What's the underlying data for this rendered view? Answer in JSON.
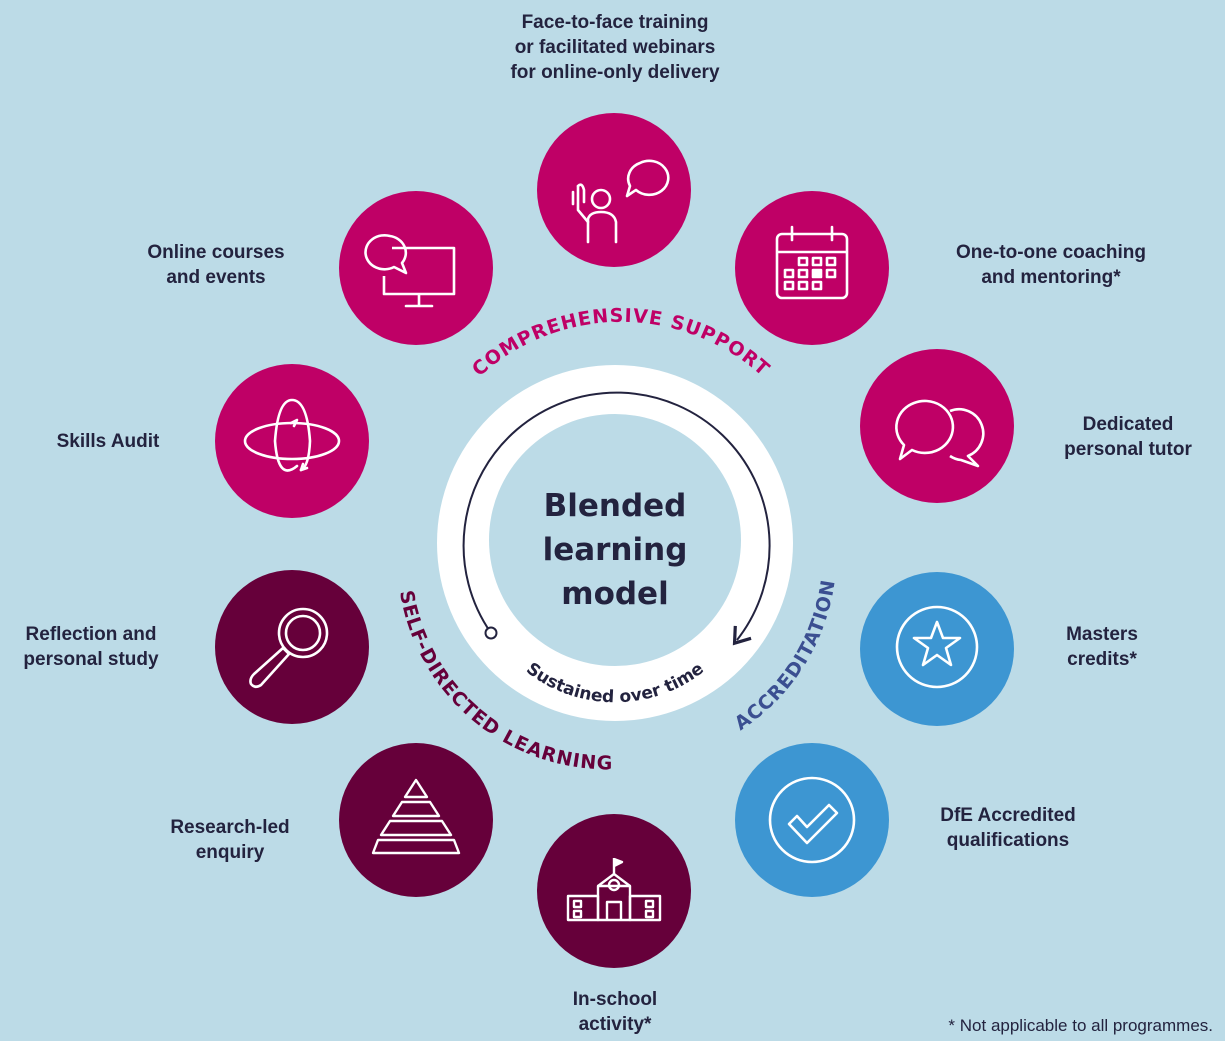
{
  "center": {
    "title_lines": [
      "Blended",
      "learning",
      "model"
    ],
    "ring_text": "Sustained over time"
  },
  "arc_labels": {
    "comprehensive": "COMPREHENSIVE SUPPORT",
    "self_directed": "SELF-DIRECTED LEARNING",
    "accreditation": "ACCREDITATION"
  },
  "items": [
    {
      "id": "face-to-face",
      "icon": "presenter-speech-icon",
      "label_lines": [
        "Face-to-face training",
        "or facilitated webinars",
        "for online-only delivery"
      ]
    },
    {
      "id": "coaching",
      "icon": "calendar-icon",
      "label_lines": [
        "One-to-one coaching",
        "and mentoring*"
      ]
    },
    {
      "id": "tutor",
      "icon": "speech-bubbles-icon",
      "label_lines": [
        "Dedicated",
        "personal tutor"
      ]
    },
    {
      "id": "masters",
      "icon": "star-badge-icon",
      "label_lines": [
        "Masters",
        "credits*"
      ]
    },
    {
      "id": "dfe",
      "icon": "checkmark-badge-icon",
      "label_lines": [
        "DfE Accredited",
        "qualifications"
      ]
    },
    {
      "id": "in-school",
      "icon": "school-building-icon",
      "label_lines": [
        "In-school",
        "activity*"
      ]
    },
    {
      "id": "research",
      "icon": "pyramid-icon",
      "label_lines": [
        "Research-led",
        "enquiry"
      ]
    },
    {
      "id": "reflection",
      "icon": "magnifier-icon",
      "label_lines": [
        "Reflection and",
        "personal study"
      ]
    },
    {
      "id": "skills",
      "icon": "rotate-3d-icon",
      "label_lines": [
        "Skills Audit"
      ]
    },
    {
      "id": "online",
      "icon": "monitor-chat-icon",
      "label_lines": [
        "Online courses",
        "and events"
      ]
    }
  ],
  "footnote": "* Not applicable to all programmes.",
  "colors": {
    "background": "#bcdbe7",
    "magenta": "#bf0066",
    "plum": "#66003a",
    "blue": "#3d96d2",
    "navy": "#23233f",
    "accreditation_text": "#3b4f91",
    "self_directed_text": "#66003a",
    "comprehensive_text": "#bf0066"
  }
}
